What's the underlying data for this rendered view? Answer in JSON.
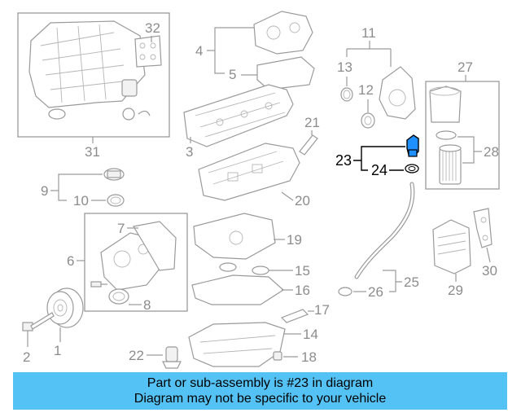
{
  "callouts": {
    "c1": "1",
    "c2": "2",
    "c3": "3",
    "c4": "4",
    "c5": "5",
    "c6": "6",
    "c7": "7",
    "c8": "8",
    "c9": "9",
    "c10": "10",
    "c11": "11",
    "c12": "12",
    "c13": "13",
    "c14": "14",
    "c15": "15",
    "c16": "16",
    "c17": "17",
    "c18": "18",
    "c19": "19",
    "c20": "20",
    "c21": "21",
    "c22": "22",
    "c23": "23",
    "c24": "24",
    "c25": "25",
    "c26": "26",
    "c27": "27",
    "c28": "28",
    "c29": "29",
    "c30": "30",
    "c31": "31",
    "c32": "32"
  },
  "highlighted_part": "23",
  "colors": {
    "banner": "#55c2f5",
    "highlight": "#1e90ff",
    "line": "#9a9a9a"
  },
  "banner": {
    "line1": "Part or sub-assembly is #23 in diagram",
    "line2": "Diagram may not be specific to your vehicle"
  }
}
